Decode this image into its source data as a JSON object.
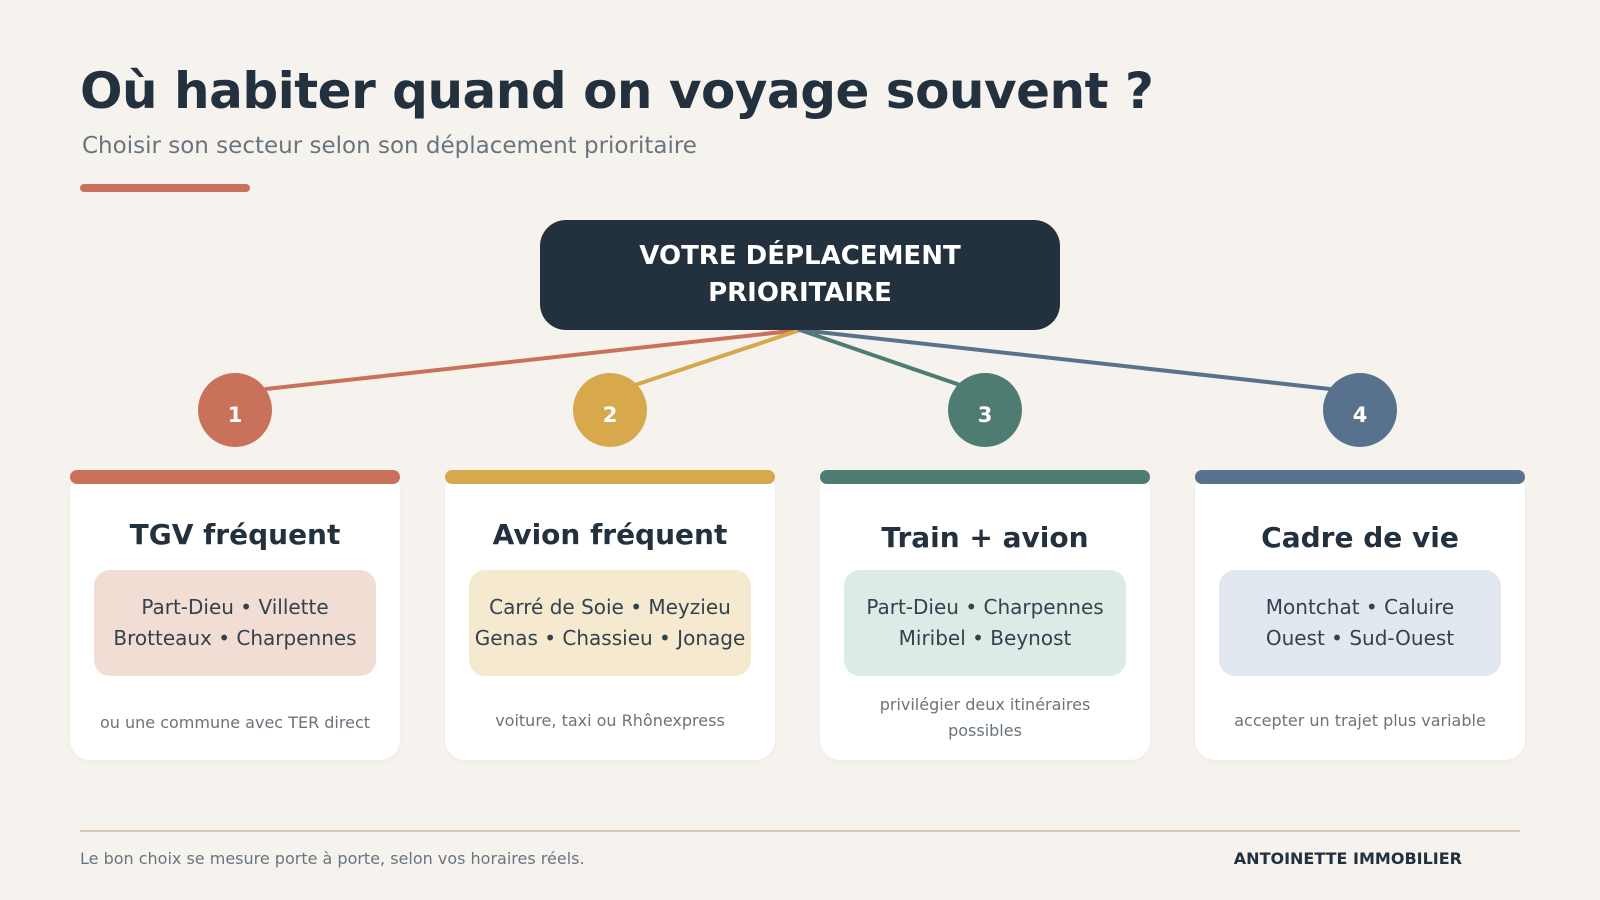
{
  "header": {
    "title": "Où habiter quand on voyage souvent ?",
    "subtitle": "Choisir son secteur selon son déplacement prioritaire"
  },
  "center": {
    "label": "VOTRE DÉPLACEMENT PRIORITAIRE"
  },
  "colors": {
    "background": "#f6f3ef",
    "dark": "#22313d",
    "accent": "#c9715a",
    "terracotta": "#c9715a",
    "mustard": "#d7a94c",
    "teal": "#4f7c72",
    "slate": "#58728d"
  },
  "options": [
    {
      "number": "1",
      "title": "TGV fréquent",
      "areas_line1": "Part-Dieu • Villette",
      "areas_line2": "Brotteaux • Charpennes",
      "note": "ou une commune avec TER direct",
      "color": "#c9715a",
      "pill_color": "#f1ddd3"
    },
    {
      "number": "2",
      "title": "Avion fréquent",
      "areas_line1": "Carré de Soie • Meyzieu",
      "areas_line2": "Genas • Chassieu • Jonage",
      "note": "voiture, taxi ou Rhônexpress",
      "color": "#d7a94c",
      "pill_color": "#f5e9cf"
    },
    {
      "number": "3",
      "title": "Train + avion",
      "areas_line1": "Part-Dieu • Charpennes",
      "areas_line2": "Miribel • Beynost",
      "note": "privilégier deux itinéraires possibles",
      "color": "#4f7c72",
      "pill_color": "#dcebe6"
    },
    {
      "number": "4",
      "title": "Cadre de vie",
      "areas_line1": "Montchat • Caluire",
      "areas_line2": "Ouest • Sud-Ouest",
      "note": "accepter un trajet plus variable",
      "color": "#58728d",
      "pill_color": "#e1e8ef"
    }
  ],
  "footer": {
    "text": "Le bon choix se mesure porte à porte, selon vos horaires réels.",
    "brand": "ANTOINETTE IMMOBILIER"
  }
}
